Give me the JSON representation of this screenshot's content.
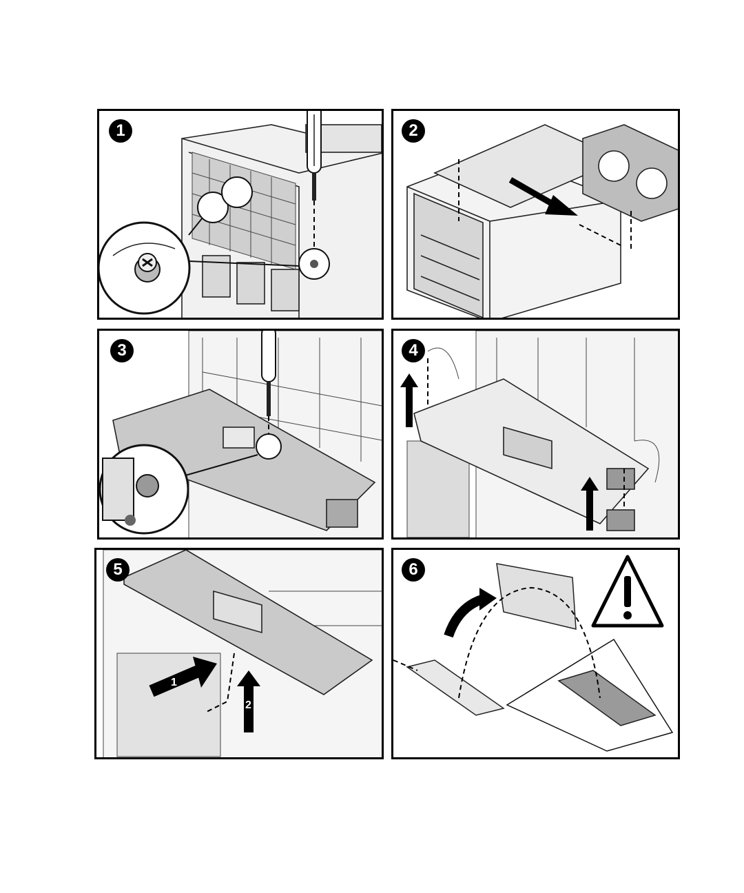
{
  "steps": [
    {
      "label": "1"
    },
    {
      "label": "2"
    },
    {
      "label": "3"
    },
    {
      "label": "4"
    },
    {
      "label": "5"
    },
    {
      "label": "6"
    }
  ],
  "step5_arrows": {
    "first": "1",
    "second": "2"
  },
  "icons": [
    "screwdriver-icon",
    "captive-screw-icon",
    "arrow-icon",
    "warning-icon"
  ]
}
